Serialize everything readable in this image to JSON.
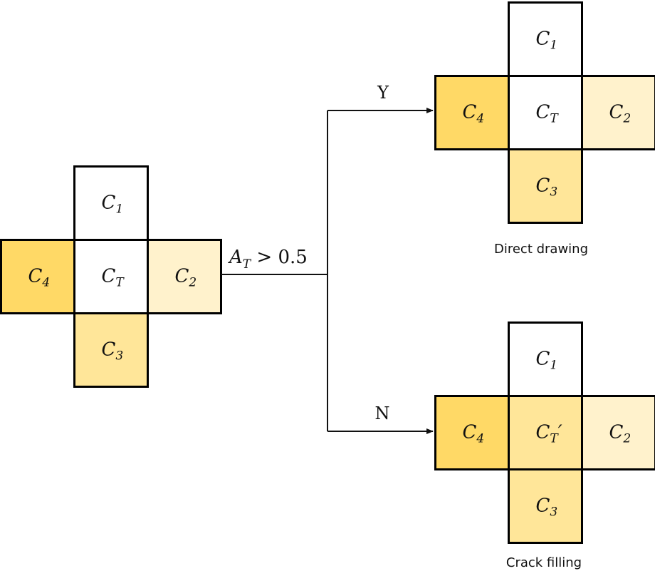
{
  "colors": {
    "white": "#ffffff",
    "pale": "#fff2cc",
    "light": "#ffe699",
    "medium": "#ffd966",
    "border": "#000000"
  },
  "condition": {
    "symbol": "A",
    "sub": "T",
    "rest": " > 0.5"
  },
  "branches": {
    "yes": "Y",
    "no": "N"
  },
  "crosses": [
    {
      "id": "input",
      "caption": "",
      "cells": {
        "top": {
          "symbol": "C",
          "sub": "1",
          "prime": "",
          "fill": "white"
        },
        "right": {
          "symbol": "C",
          "sub": "2",
          "prime": "",
          "fill": "pale"
        },
        "bottom": {
          "symbol": "C",
          "sub": "3",
          "prime": "",
          "fill": "light"
        },
        "left": {
          "symbol": "C",
          "sub": "4",
          "prime": "",
          "fill": "medium"
        },
        "center": {
          "symbol": "C",
          "sub": "T",
          "prime": "",
          "fill": "white"
        }
      }
    },
    {
      "id": "direct",
      "caption": "Direct drawing",
      "cells": {
        "top": {
          "symbol": "C",
          "sub": "1",
          "prime": "",
          "fill": "white"
        },
        "right": {
          "symbol": "C",
          "sub": "2",
          "prime": "",
          "fill": "pale"
        },
        "bottom": {
          "symbol": "C",
          "sub": "3",
          "prime": "",
          "fill": "light"
        },
        "left": {
          "symbol": "C",
          "sub": "4",
          "prime": "",
          "fill": "medium"
        },
        "center": {
          "symbol": "C",
          "sub": "T",
          "prime": "",
          "fill": "white"
        }
      }
    },
    {
      "id": "crack",
      "caption": "Crack filling",
      "cells": {
        "top": {
          "symbol": "C",
          "sub": "1",
          "prime": "",
          "fill": "white"
        },
        "right": {
          "symbol": "C",
          "sub": "2",
          "prime": "",
          "fill": "pale"
        },
        "bottom": {
          "symbol": "C",
          "sub": "3",
          "prime": "",
          "fill": "light"
        },
        "left": {
          "symbol": "C",
          "sub": "4",
          "prime": "",
          "fill": "medium"
        },
        "center": {
          "symbol": "C",
          "sub": "T",
          "prime": "′",
          "fill": "light"
        }
      }
    }
  ]
}
